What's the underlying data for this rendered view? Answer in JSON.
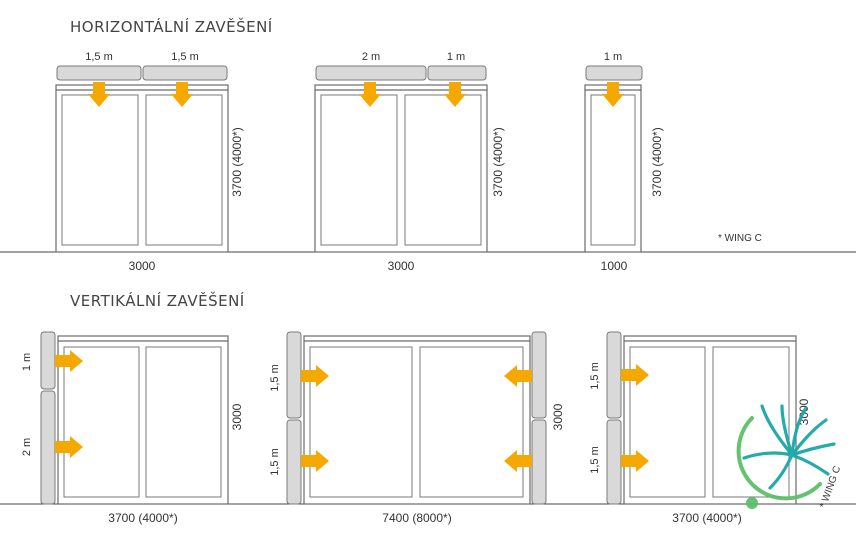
{
  "colors": {
    "arrow": "#f5a800",
    "curtain_fill": "#d9d9d9",
    "curtain_stroke": "#7a7a7a",
    "frame": "#6b6b6b",
    "logo_teal": "#1aa7a7",
    "logo_green": "#5cbf6a"
  },
  "horizontal": {
    "heading": "HORIZONTÁLNÍ ZAVĚŠENÍ",
    "doors": [
      {
        "width_label": "3000",
        "height_label": "3700 (4000*)",
        "units": [
          "1,5 m",
          "1,5 m"
        ]
      },
      {
        "width_label": "3000",
        "height_label": "3700 (4000*)",
        "units": [
          "2 m",
          "1 m"
        ]
      },
      {
        "width_label": "1000",
        "height_label": "3700 (4000*)",
        "units": [
          "1 m"
        ]
      }
    ],
    "note": "* WING C"
  },
  "vertical": {
    "heading": "VERTIKÁLNÍ ZAVĚŠENÍ",
    "doors": [
      {
        "width_label": "3700 (4000*)",
        "height_label": "3000",
        "left_units": [
          "1 m",
          "2 m"
        ]
      },
      {
        "width_label": "7400 (8000*)",
        "height_label": "3000",
        "left_units": [
          "1,5 m",
          "1,5 m"
        ]
      },
      {
        "width_label": "3700 (4000*)",
        "height_label": "3000",
        "left_units": [
          "1,5 m",
          "1,5 m"
        ]
      }
    ],
    "note": "* WING C"
  }
}
